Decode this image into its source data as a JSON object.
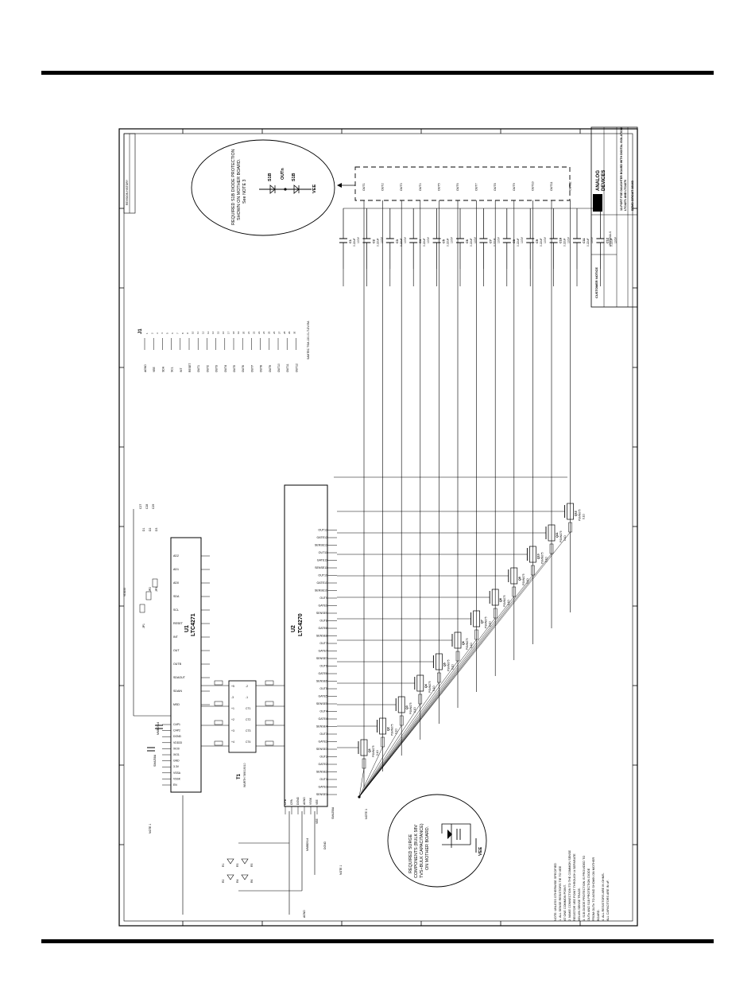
{
  "schematic": {
    "u1": {
      "ref": "U1",
      "part": "LTC4271",
      "pins": [
        "AD2",
        "AD1",
        "AD0",
        "SDA",
        "SCL",
        "RESET",
        "INT",
        "OUT",
        "OUTB",
        "SDAOUT",
        "SDAIN",
        "MSD",
        "CAP1",
        "CAP2",
        "DGND",
        "VDD33",
        "XIO0",
        "XIO1",
        "GND",
        "3.3V",
        "VSSA",
        "VSSK",
        "EN"
      ]
    },
    "u2": {
      "ref": "U2",
      "part": "LTC4270",
      "pins": [
        "VEE",
        "VSSK",
        "AGND",
        "DGND",
        "CPA",
        "CPB",
        "SENSE1",
        "GATE1",
        "OUT1",
        "SENSE2",
        "GATE2",
        "OUT2",
        "SENSE3",
        "GATE3",
        "OUT3",
        "SENSE4",
        "GATE4",
        "OUT4",
        "SENSE5",
        "GATE5",
        "OUT5",
        "SENSE6",
        "GATE6",
        "OUT6",
        "SENSE7",
        "GATE7",
        "OUT7",
        "SENSE8",
        "GATE8",
        "OUT8",
        "SENSE9",
        "GATE9",
        "OUT9",
        "SENSE10",
        "GATE10",
        "OUT10",
        "SENSE11",
        "GATE11",
        "OUT11",
        "SENSE12",
        "GATE12",
        "OUT12"
      ]
    },
    "t1": {
      "ref": "T1",
      "part": "WURTH 749019010",
      "pins": [
        "+5",
        "-3",
        "+1",
        "+2",
        "+3",
        "+4",
        "-2",
        "-1",
        "CT1",
        "CT2",
        "CT3",
        "CT4"
      ]
    },
    "j1": {
      "ref": "J1",
      "part": "SAMTEC TSM-130-01-T-DV-RA",
      "nets": [
        "AGND",
        "VEE",
        "SDA",
        "SCL",
        "INT",
        "RESET",
        "OUT1",
        "OUT2",
        "OUT3",
        "OUT4",
        "OUT5",
        "OUT6",
        "OUT7",
        "OUT8",
        "OUT9",
        "OUT10",
        "OUT11",
        "OUT12"
      ]
    },
    "note_top": [
      "REQUIRED S1B DIODE PROTECTION",
      "SHOWN ON MOTHER BOARD.",
      "See NOTE 3"
    ],
    "note_top_parts": {
      "d1": "S1B",
      "out": "OUTn",
      "d2": "S1B",
      "vee": "VEE"
    },
    "note_bottom": [
      "REQUIRED SURGE",
      "COMPONENTS (BULK 58V",
      "TVS+BULK CAPACITANCE)",
      "ON MOTHER BOARD."
    ],
    "note_bottom_vee": "VEE",
    "output_caps": [
      {
        "ref": "C1",
        "val": "0.22uF",
        "v": "100V"
      },
      {
        "ref": "C2",
        "val": "0.22uF",
        "v": "100V"
      },
      {
        "ref": "C3",
        "val": "0.22uF",
        "v": "100V"
      },
      {
        "ref": "C4",
        "val": "0.22uF",
        "v": "100V"
      },
      {
        "ref": "C5",
        "val": "0.22uF",
        "v": "100V"
      },
      {
        "ref": "C6",
        "val": "0.22uF",
        "v": "100V"
      },
      {
        "ref": "C7",
        "val": "0.22uF",
        "v": "100V"
      },
      {
        "ref": "C8",
        "val": "0.22uF",
        "v": "100V"
      },
      {
        "ref": "C9",
        "val": "0.22uF",
        "v": "100V"
      },
      {
        "ref": "C10",
        "val": "0.22uF",
        "v": "100V"
      },
      {
        "ref": "C11",
        "val": "0.22uF",
        "v": "100V"
      },
      {
        "ref": "C12",
        "val": "0.22uF",
        "v": "100V"
      }
    ],
    "outputs": [
      "OUT1",
      "OUT2",
      "OUT3",
      "OUT4",
      "OUT5",
      "OUT6",
      "OUT7",
      "OUT8",
      "OUT9",
      "OUT10",
      "OUT11",
      "OUT12"
    ],
    "mosfets": [
      "Q1",
      "Q2",
      "Q3",
      "Q4",
      "Q5",
      "Q6",
      "Q7",
      "Q8",
      "Q9",
      "Q10",
      "Q11",
      "Q12"
    ],
    "mosfet_part": "PSMN075",
    "sense_res": "0.1Ω",
    "notes": [
      "NOTE: UNLESS OTHERWISE SPECIFIED",
      "1. ALL SENSE RESISTORS TIE TO VEE",
      "   AT ONE COMMON POINT.",
      "2. MAKE CONNECTION TO THE COMMON SENSE",
      "   RESISTOR VEE POINT THROUGH A SEPARATE",
      "   KELVIN SENSE TRACE.",
      "3. S1B DIODE PROTECTION IS PROVIDED TO",
      "   OUTn AND S1B PROTECTION DIODE",
      "   FROM OUTn TO AGND SHOWN ON MOTHER",
      "   BOARD.",
      "4. ALL RESISTORS ARE IN OHMS.",
      "   ALL CAPACITORS ARE IN uF."
    ],
    "title_block": {
      "company_line1": "ANALOG",
      "company_line2": "DEVICES",
      "customer_notice": "CUSTOMER NOTICE",
      "title": "12-PORT PSE DAUGHTER BOARD WITH DIGITAL ISOLATION",
      "subtitle": "LTC4271 AND LTC4270",
      "board": "DEMO CIRCUIT 1814B",
      "approvals": "APPROVALS",
      "revision_history": "REVISION HISTORY"
    },
    "misc_labels": [
      "VDD33",
      "VEE",
      "AGND",
      "DGND",
      "NOTE 1",
      "SMAJ58A",
      "MMBD914",
      "C27",
      "C28",
      "C29",
      "R1",
      "R2",
      "R3",
      "R4",
      "R5",
      "R6",
      "D1",
      "D2",
      "D3",
      "JP1",
      "JP2",
      "JP3"
    ]
  }
}
